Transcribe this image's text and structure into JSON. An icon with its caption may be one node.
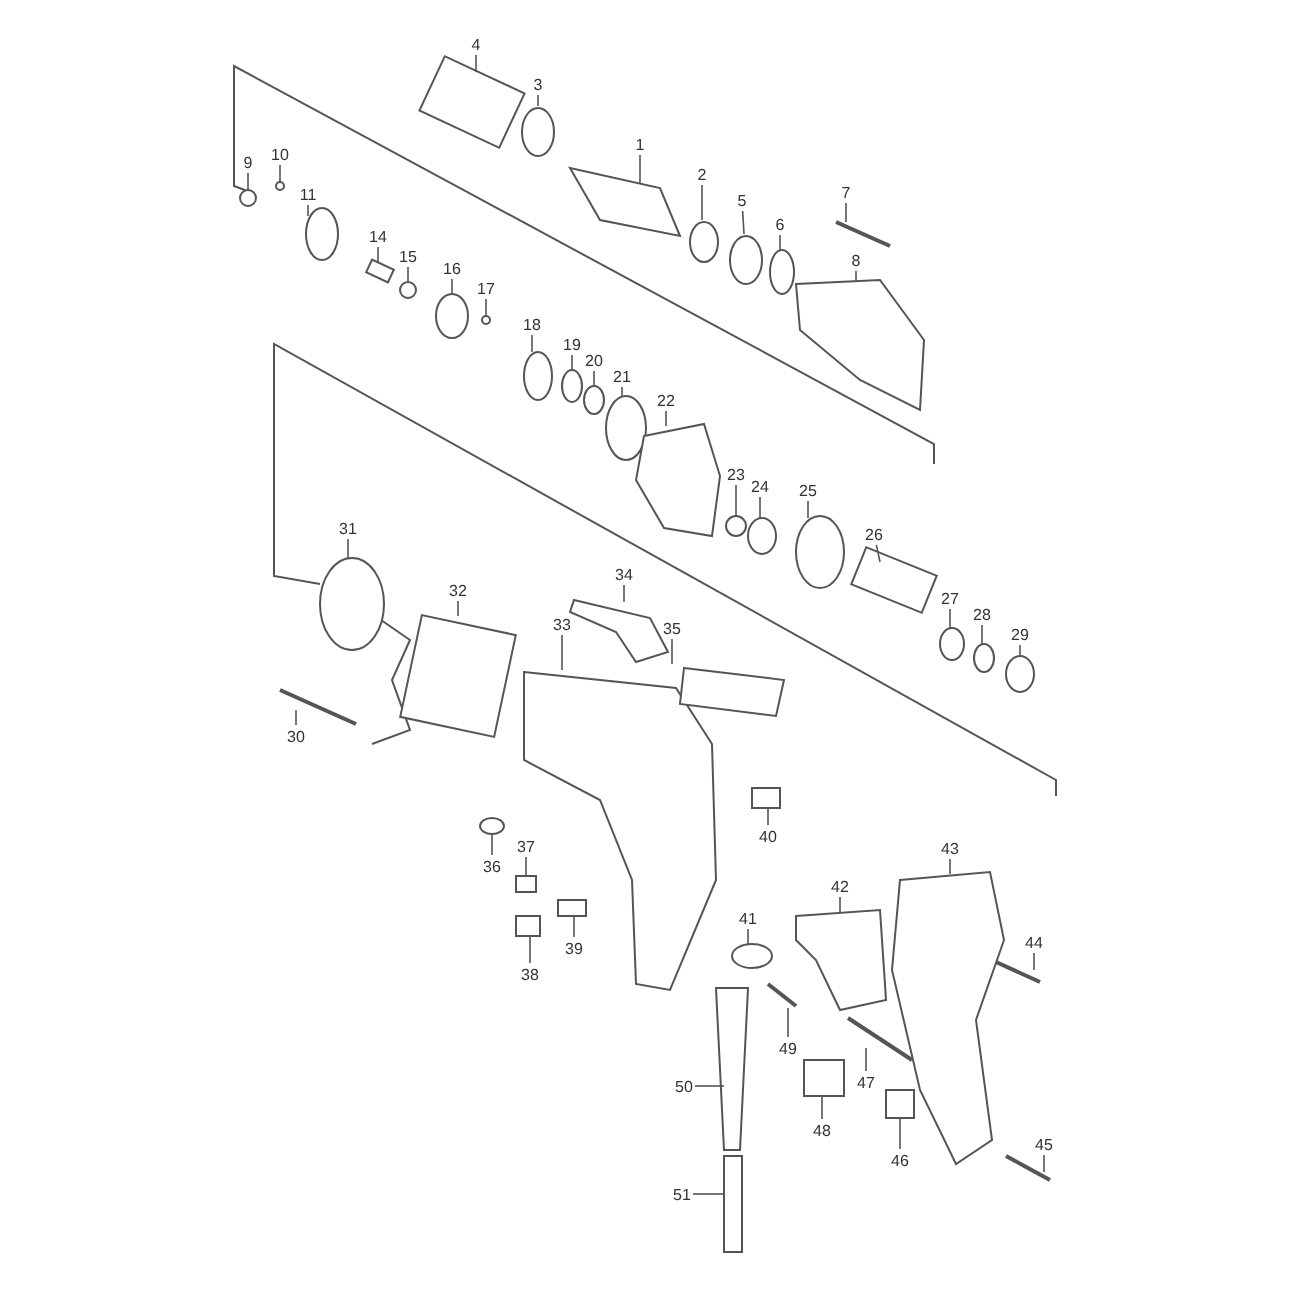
{
  "diagram": {
    "nodes": [
      {
        "text": [
          "1"
        ]
      },
      {
        "text": [
          "2"
        ]
      },
      {
        "text": [
          "3"
        ]
      },
      {
        "text": [
          "4"
        ]
      },
      {
        "text": [
          "5"
        ]
      },
      {
        "text": [
          "6"
        ]
      },
      {
        "text": [
          "7"
        ]
      },
      {
        "text": [
          "8"
        ]
      },
      {
        "text": [
          "9"
        ]
      },
      {
        "text": [
          "10"
        ]
      },
      {
        "text": [
          "11"
        ]
      },
      {
        "text": [
          "14"
        ]
      },
      {
        "text": [
          "15"
        ]
      },
      {
        "text": [
          "16"
        ]
      },
      {
        "text": [
          "17"
        ]
      },
      {
        "text": [
          "18"
        ]
      },
      {
        "text": [
          "19"
        ]
      },
      {
        "text": [
          "20"
        ]
      },
      {
        "text": [
          "21"
        ]
      },
      {
        "text": [
          "22"
        ]
      },
      {
        "text": [
          "23"
        ]
      },
      {
        "text": [
          "24"
        ]
      },
      {
        "text": [
          "25"
        ]
      },
      {
        "text": [
          "26"
        ]
      },
      {
        "text": [
          "27"
        ]
      },
      {
        "text": [
          "28"
        ]
      },
      {
        "text": [
          "29"
        ]
      },
      {
        "text": [
          "30"
        ]
      },
      {
        "text": [
          "31"
        ]
      },
      {
        "text": [
          "32"
        ]
      },
      {
        "text": [
          "33"
        ]
      },
      {
        "text": [
          "34"
        ]
      },
      {
        "text": [
          "35"
        ]
      },
      {
        "text": [
          "36"
        ]
      },
      {
        "text": [
          "37"
        ]
      },
      {
        "text": [
          "38"
        ]
      },
      {
        "text": [
          "39"
        ]
      },
      {
        "text": [
          "40"
        ]
      },
      {
        "text": [
          "41"
        ]
      },
      {
        "text": [
          "42"
        ]
      },
      {
        "text": [
          "43"
        ]
      },
      {
        "text": [
          "44"
        ]
      },
      {
        "text": [
          "45"
        ]
      },
      {
        "text": [
          "46"
        ]
      },
      {
        "text": [
          "47"
        ]
      },
      {
        "text": [
          "48"
        ]
      },
      {
        "text": [
          "49"
        ]
      },
      {
        "text": [
          "50"
        ]
      },
      {
        "text": [
          "51"
        ]
      },
      {
        "text": [],
        "shape": "picture"
      },
      {
        "text": [],
        "shape": "circle"
      },
      {
        "text": [],
        "shape": "circle"
      },
      {
        "text": [],
        "shape": "box"
      },
      {
        "text": [],
        "shape": "circle"
      },
      {
        "text": [],
        "shape": "circle"
      },
      {
        "text": [],
        "shape": "bar"
      },
      {
        "text": [],
        "shape": "picture"
      },
      {
        "text": [],
        "shape": "circle"
      },
      {
        "text": [],
        "shape": "circle"
      },
      {
        "text": [],
        "shape": "circle"
      },
      {
        "text": [],
        "shape": "box"
      },
      {
        "text": [],
        "shape": "circle"
      },
      {
        "text": [],
        "shape": "circle"
      },
      {
        "text": [],
        "shape": "circle"
      },
      {
        "text": [],
        "shape": "circle"
      },
      {
        "text": [],
        "shape": "circle"
      },
      {
        "text": [],
        "shape": "circle"
      },
      {
        "text": [],
        "shape": "circle"
      },
      {
        "text": [],
        "shape": "picture"
      },
      {
        "text": [],
        "shape": "circle"
      },
      {
        "text": [],
        "shape": "circle"
      },
      {
        "text": [],
        "shape": "circle"
      },
      {
        "text": [],
        "shape": "box"
      },
      {
        "text": [],
        "shape": "circle"
      },
      {
        "text": [],
        "shape": "circle"
      },
      {
        "text": [],
        "shape": "circle"
      },
      {
        "text": [],
        "shape": "bar"
      },
      {
        "text": [],
        "shape": "circle"
      },
      {
        "text": [],
        "shape": "box"
      },
      {
        "text": [],
        "shape": "picture"
      },
      {
        "text": [],
        "shape": "picture"
      },
      {
        "text": [],
        "shape": "picture"
      },
      {
        "text": [],
        "shape": "circle"
      },
      {
        "text": [],
        "shape": "box"
      },
      {
        "text": [],
        "shape": "box"
      },
      {
        "text": [],
        "shape": "box"
      },
      {
        "text": [],
        "shape": "box"
      },
      {
        "text": [],
        "shape": "circle"
      },
      {
        "text": [],
        "shape": "picture"
      },
      {
        "text": [],
        "shape": "picture"
      },
      {
        "text": [],
        "shape": "bar"
      },
      {
        "text": [],
        "shape": "bar"
      },
      {
        "text": [],
        "shape": "box"
      },
      {
        "text": [],
        "shape": "bar"
      },
      {
        "text": [],
        "shape": "box"
      },
      {
        "text": [],
        "shape": "bar"
      },
      {
        "text": [],
        "shape": "picture"
      },
      {
        "text": [],
        "shape": "box"
      }
    ],
    "edges": [
      {
        "from": 0,
        "to": 49,
        "arrow": "none"
      },
      {
        "from": 1,
        "to": 50,
        "arrow": "none"
      },
      {
        "from": 2,
        "to": 51,
        "arrow": "none"
      },
      {
        "from": 3,
        "to": 52,
        "arrow": "none"
      },
      {
        "from": 4,
        "to": 53,
        "arrow": "none"
      },
      {
        "from": 5,
        "to": 54,
        "arrow": "none"
      },
      {
        "from": 6,
        "to": 55,
        "arrow": "none"
      },
      {
        "from": 7,
        "to": 56,
        "arrow": "none"
      },
      {
        "from": 8,
        "to": 57,
        "arrow": "none"
      },
      {
        "from": 9,
        "to": 58,
        "arrow": "none"
      },
      {
        "from": 10,
        "to": 59,
        "arrow": "none"
      },
      {
        "from": 11,
        "to": 60,
        "arrow": "none"
      },
      {
        "from": 12,
        "to": 61,
        "arrow": "none"
      },
      {
        "from": 13,
        "to": 62,
        "arrow": "none"
      },
      {
        "from": 14,
        "to": 63,
        "arrow": "none"
      },
      {
        "from": 15,
        "to": 64,
        "arrow": "none"
      },
      {
        "from": 16,
        "to": 65,
        "arrow": "none"
      },
      {
        "from": 17,
        "to": 66,
        "arrow": "none"
      },
      {
        "from": 18,
        "to": 67,
        "arrow": "none"
      },
      {
        "from": 19,
        "to": 68,
        "arrow": "none"
      },
      {
        "from": 20,
        "to": 69,
        "arrow": "none"
      },
      {
        "from": 21,
        "to": 70,
        "arrow": "none"
      },
      {
        "from": 22,
        "to": 71,
        "arrow": "none"
      },
      {
        "from": 23,
        "to": 72,
        "arrow": "none"
      },
      {
        "from": 24,
        "to": 73,
        "arrow": "none"
      },
      {
        "from": 25,
        "to": 74,
        "arrow": "none"
      },
      {
        "from": 26,
        "to": 75,
        "arrow": "none"
      },
      {
        "from": 27,
        "to": 76,
        "arrow": "none"
      },
      {
        "from": 28,
        "to": 77,
        "arrow": "none"
      },
      {
        "from": 29,
        "to": 78,
        "arrow": "none"
      },
      {
        "from": 30,
        "to": 79,
        "arrow": "none"
      },
      {
        "from": 31,
        "to": 80,
        "arrow": "none"
      },
      {
        "from": 32,
        "to": 81,
        "arrow": "none"
      },
      {
        "from": 33,
        "to": 82,
        "arrow": "none"
      },
      {
        "from": 34,
        "to": 83,
        "arrow": "none"
      },
      {
        "from": 35,
        "to": 84,
        "arrow": "none"
      },
      {
        "from": 36,
        "to": 85,
        "arrow": "none"
      },
      {
        "from": 37,
        "to": 86,
        "arrow": "none"
      },
      {
        "from": 38,
        "to": 87,
        "arrow": "none"
      },
      {
        "from": 39,
        "to": 88,
        "arrow": "none"
      },
      {
        "from": 40,
        "to": 89,
        "arrow": "none"
      },
      {
        "from": 41,
        "to": 90,
        "arrow": "none"
      },
      {
        "from": 42,
        "to": 91,
        "arrow": "none"
      },
      {
        "from": 43,
        "to": 92,
        "arrow": "none"
      },
      {
        "from": 44,
        "to": 93,
        "arrow": "none"
      },
      {
        "from": 45,
        "to": 94,
        "arrow": "none"
      },
      {
        "from": 46,
        "to": 95,
        "arrow": "none"
      },
      {
        "from": 47,
        "to": 96,
        "arrow": "none"
      },
      {
        "from": 48,
        "to": 97,
        "arrow": "none"
      }
    ]
  }
}
